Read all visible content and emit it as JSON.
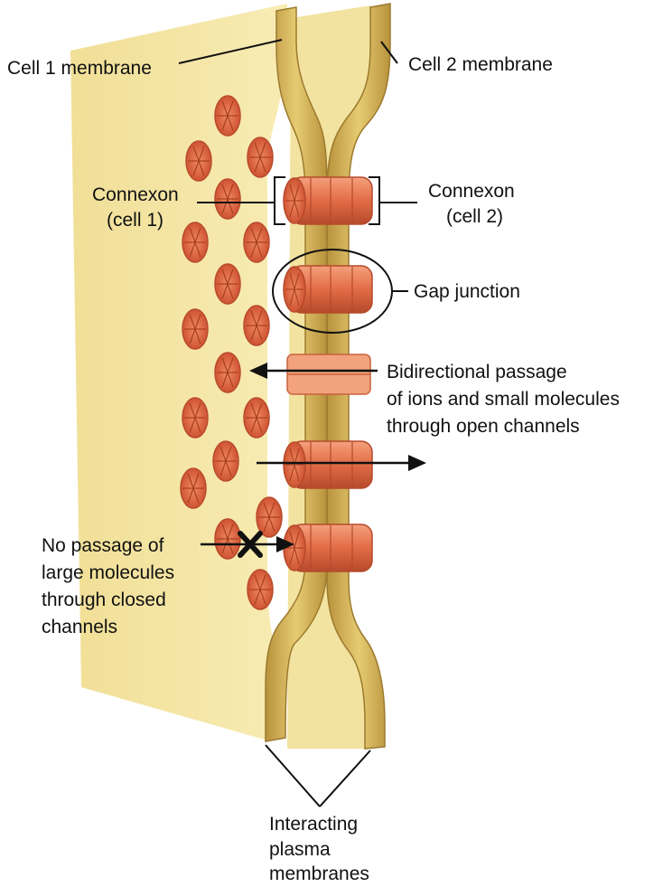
{
  "labels": {
    "cell1_membrane": "Cell 1 membrane",
    "cell2_membrane": "Cell 2 membrane",
    "connexon_cell1": [
      "Connexon",
      "(cell 1)"
    ],
    "connexon_cell2": [
      "Connexon",
      "(cell 2)"
    ],
    "gap_junction": "Gap junction",
    "bidirectional": [
      "Bidirectional passage",
      "of ions and small molecules",
      "through open channels"
    ],
    "no_passage": [
      "No passage of",
      "large molecules",
      "through closed",
      "channels"
    ],
    "interacting": [
      "Interacting",
      "plasma",
      "membranes"
    ]
  },
  "colors": {
    "sheet": "#f6e8a6",
    "sheet_shadow": "#eed98a",
    "membrane": "#c9a54a",
    "membrane_light": "#e6cb72",
    "connexon": "#e8734e",
    "connexon_dark": "#b84a2c",
    "open_channel": "#f2a27d",
    "line": "#111111"
  }
}
